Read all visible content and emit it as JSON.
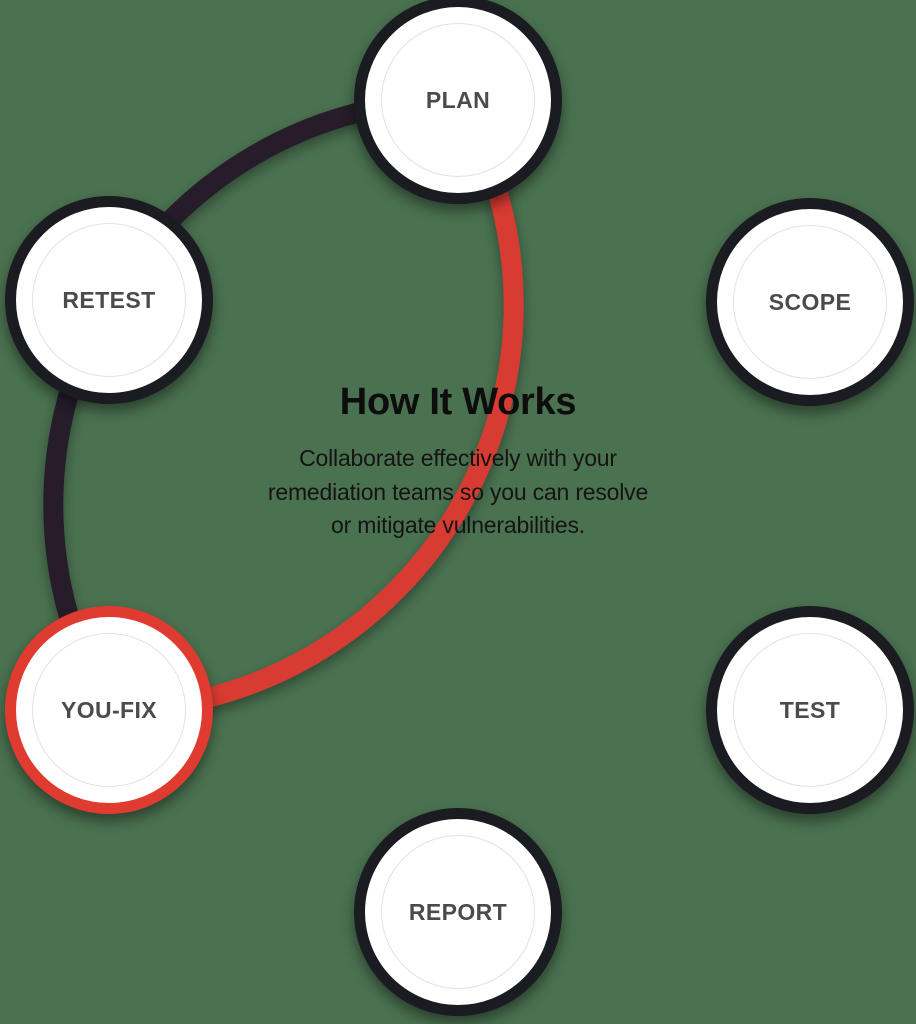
{
  "diagram": {
    "type": "cycle",
    "title": "How It Works",
    "subtitle": "Collaborate effectively with your remediation teams so you can resolve or mitigate vulnerabilities.",
    "subtitle_lines": [
      "Collaborate effectively with your",
      "remediation teams so you can resolve",
      "or mitigate vulnerabilities."
    ],
    "background_color": "#4a7150",
    "accent_color": "#e03b30",
    "dark_color": "#251b29",
    "node_fill_color": "#ffffff",
    "node_label_color": "#4b4b4b",
    "title_color": "#0d0d0d",
    "nodes": [
      {
        "id": "plan",
        "label": "PLAN",
        "order": 1,
        "ring": "dark",
        "highlighted": false
      },
      {
        "id": "scope",
        "label": "SCOPE",
        "order": 2,
        "ring": "dark",
        "highlighted": false
      },
      {
        "id": "test",
        "label": "TEST",
        "order": 3,
        "ring": "dark",
        "highlighted": false
      },
      {
        "id": "report",
        "label": "REPORT",
        "order": 4,
        "ring": "dark",
        "highlighted": false
      },
      {
        "id": "youfix",
        "label": "YOU-FIX",
        "order": 5,
        "ring": "accent",
        "highlighted": true
      },
      {
        "id": "retest",
        "label": "RETEST",
        "order": 6,
        "ring": "dark",
        "highlighted": false
      }
    ],
    "segments": [
      {
        "from": "plan",
        "to": "scope",
        "color": "#d83a33"
      },
      {
        "from": "scope",
        "to": "test",
        "color": "#d83a33"
      },
      {
        "from": "test",
        "to": "report",
        "color": "#d83a33"
      },
      {
        "from": "report",
        "to": "youfix",
        "color": "#d83a33"
      },
      {
        "from": "youfix",
        "to": "retest",
        "color": "#251b29"
      },
      {
        "from": "retest",
        "to": "plan",
        "color": "#251b29"
      }
    ]
  }
}
